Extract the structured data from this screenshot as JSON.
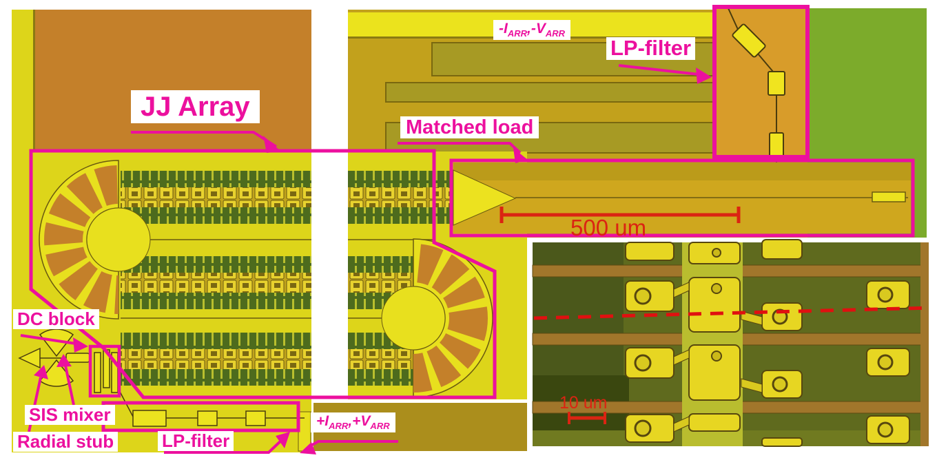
{
  "figure": {
    "kind": "annotated chip micrograph figure",
    "labels": {
      "jj_array": "JJ Array",
      "neg_bias": {
        "t1": "-I",
        "s1": "ARR",
        "t2": ",-V",
        "s2": "ARR"
      },
      "pos_bias": {
        "t1": "+I",
        "s1": "ARR",
        "t2": ",+V",
        "s2": "ARR"
      },
      "lp_filter_top": "LP-filter",
      "matched_load": "Matched load",
      "dc_block": "DC block",
      "sis_mixer": "SIS mixer",
      "radial_stub": "Radial stub",
      "lp_filter_bottom": "LP-filter",
      "scale_main": "500 um",
      "scale_inset": "10 um"
    },
    "colors": {
      "annotation_magenta": "#EC109E",
      "scale_red": "#DB2412",
      "dashed_red": "#E01010",
      "chip_orange": "#C4802A",
      "chip_yellow": "#DDD51A",
      "chip_bright_yellow": "#ECE31F",
      "chip_olive": "#C2A11C",
      "chip_green": "#7CAB2B",
      "array_green": "#4D6B1D",
      "lp_box_orange": "#D89C2A",
      "inset_dark_olive": "#5F6A1E",
      "inset_brown": "#A1762B"
    }
  }
}
